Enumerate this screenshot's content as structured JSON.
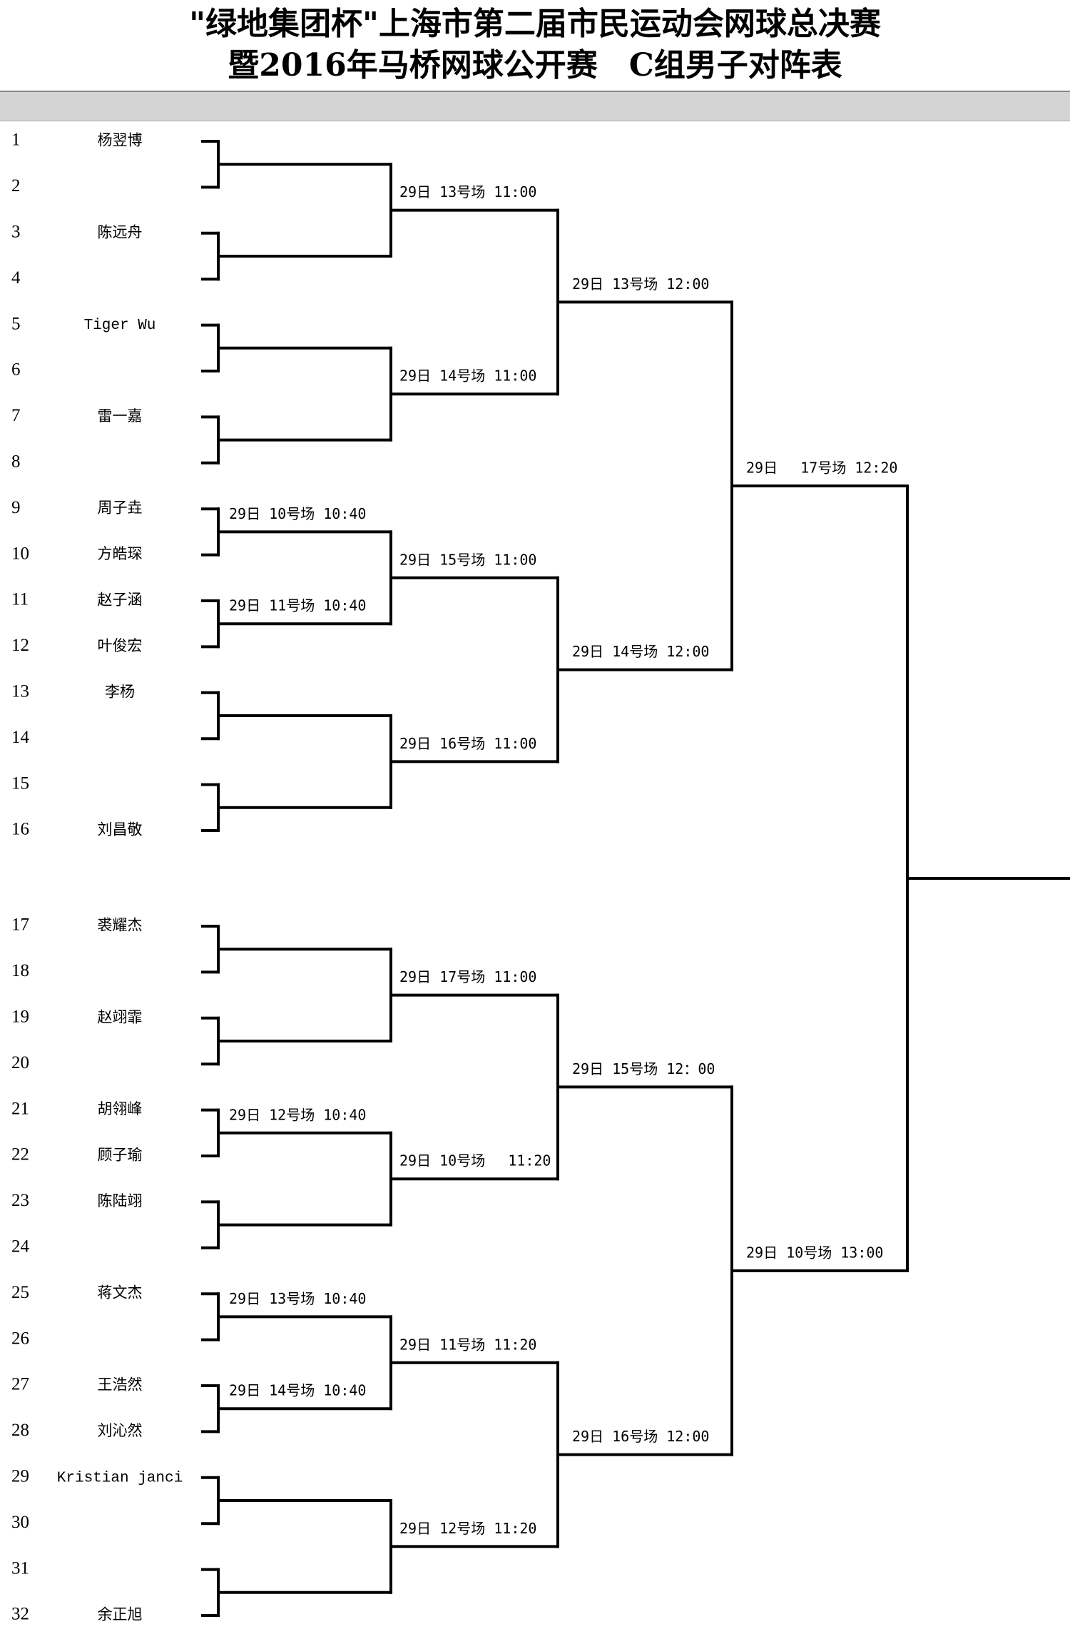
{
  "title": {
    "line1": "\"绿地集团杯\"上海市第二届市民运动会网球总决赛",
    "line2": "暨2016年马桥网球公开赛　C组男子对阵表"
  },
  "players": [
    {
      "seed": "1",
      "name": "杨翌博"
    },
    {
      "seed": "2",
      "name": ""
    },
    {
      "seed": "3",
      "name": "陈远舟"
    },
    {
      "seed": "4",
      "name": ""
    },
    {
      "seed": "5",
      "name": "Tiger Wu"
    },
    {
      "seed": "6",
      "name": ""
    },
    {
      "seed": "7",
      "name": "雷一嘉"
    },
    {
      "seed": "8",
      "name": ""
    },
    {
      "seed": "9",
      "name": "周子垚"
    },
    {
      "seed": "10",
      "name": "方皓琛"
    },
    {
      "seed": "11",
      "name": "赵子涵"
    },
    {
      "seed": "12",
      "name": "叶俊宏"
    },
    {
      "seed": "13",
      "name": "李杨"
    },
    {
      "seed": "14",
      "name": ""
    },
    {
      "seed": "15",
      "name": ""
    },
    {
      "seed": "16",
      "name": "刘昌敬"
    },
    {
      "seed": "17",
      "name": "裘耀杰"
    },
    {
      "seed": "18",
      "name": ""
    },
    {
      "seed": "19",
      "name": "赵翊霏"
    },
    {
      "seed": "20",
      "name": ""
    },
    {
      "seed": "21",
      "name": "胡翎峰"
    },
    {
      "seed": "22",
      "name": "顾子瑜"
    },
    {
      "seed": "23",
      "name": "陈陆翊"
    },
    {
      "seed": "24",
      "name": ""
    },
    {
      "seed": "25",
      "name": "蒋文杰"
    },
    {
      "seed": "26",
      "name": ""
    },
    {
      "seed": "27",
      "name": "王浩然"
    },
    {
      "seed": "28",
      "name": "刘沁然"
    },
    {
      "seed": "29",
      "name": "Kristian janci"
    },
    {
      "seed": "30",
      "name": ""
    },
    {
      "seed": "31",
      "name": ""
    },
    {
      "seed": "32",
      "name": "余正旭"
    }
  ],
  "round1_labels": [
    "",
    "",
    "",
    "",
    "29日 10号场 10:40",
    "29日 11号场 10:40",
    "",
    "",
    "",
    "",
    "29日 12号场 10:40",
    "",
    "29日 13号场 10:40",
    "29日 14号场 10:40",
    "",
    ""
  ],
  "round2_labels": [
    "29日 13号场 11:00",
    "29日 14号场 11:00",
    "29日 15号场 11:00",
    "29日 16号场 11:00",
    "29日 17号场 11:00",
    "29日 10号场　 11:20",
    "29日 11号场 11:20",
    "29日 12号场 11:20"
  ],
  "round3_labels": [
    "29日 13号场 12:00",
    "29日 14号场 12:00",
    "29日 15号场 12：00",
    "29日 16号场 12:00"
  ],
  "round4_labels": [
    "29日　 17号场 12:20",
    "29日 10号场 13:00"
  ]
}
